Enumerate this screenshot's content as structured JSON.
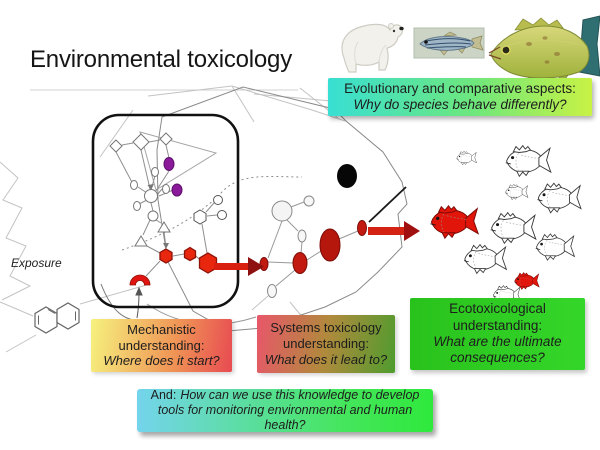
{
  "slide": {
    "title": "Environmental toxicology",
    "exposure_label": "Exposure"
  },
  "photos": {
    "polar_bear_icon": "polar-bear",
    "zebrafish_icon": "zebrafish",
    "cod_icon": "atlantic-cod"
  },
  "boxes": {
    "evolutionary": {
      "line1": "Evolutionary and comparative aspects:",
      "line2": "Why do species behave differently?",
      "gradient": [
        "#38dfd2",
        "#c8f244"
      ]
    },
    "mechanistic": {
      "line1": "Mechanistic understanding:",
      "line2": "Where does it start?",
      "gradient": [
        "#f6f27e",
        "#e84a52"
      ]
    },
    "systems": {
      "line1": "Systems toxicology understanding:",
      "line2": "What does it lead to?",
      "gradient": [
        "#e9566a",
        "#4f9c2e"
      ]
    },
    "ecotoxicological": {
      "line1": "Ecotoxicological understanding:",
      "line2": "What are the ultimate consequences?",
      "gradient": [
        "#29c21c",
        "#35d62a"
      ]
    },
    "and": {
      "prefix": "And:",
      "italic_text": "How can we use this knowledge to develop tools for monitoring environmental and human health?",
      "gradient": [
        "#74d4ec",
        "#2fe93c"
      ]
    }
  },
  "diagram": {
    "arrow_shaft_color": "#d81f10",
    "arrow_head_color": "#8e1010",
    "node_red": "#e8270e",
    "node_purple": "#8b1a9b",
    "red_fish_color": "#e2150b",
    "line_color": "#8a8a8a"
  }
}
